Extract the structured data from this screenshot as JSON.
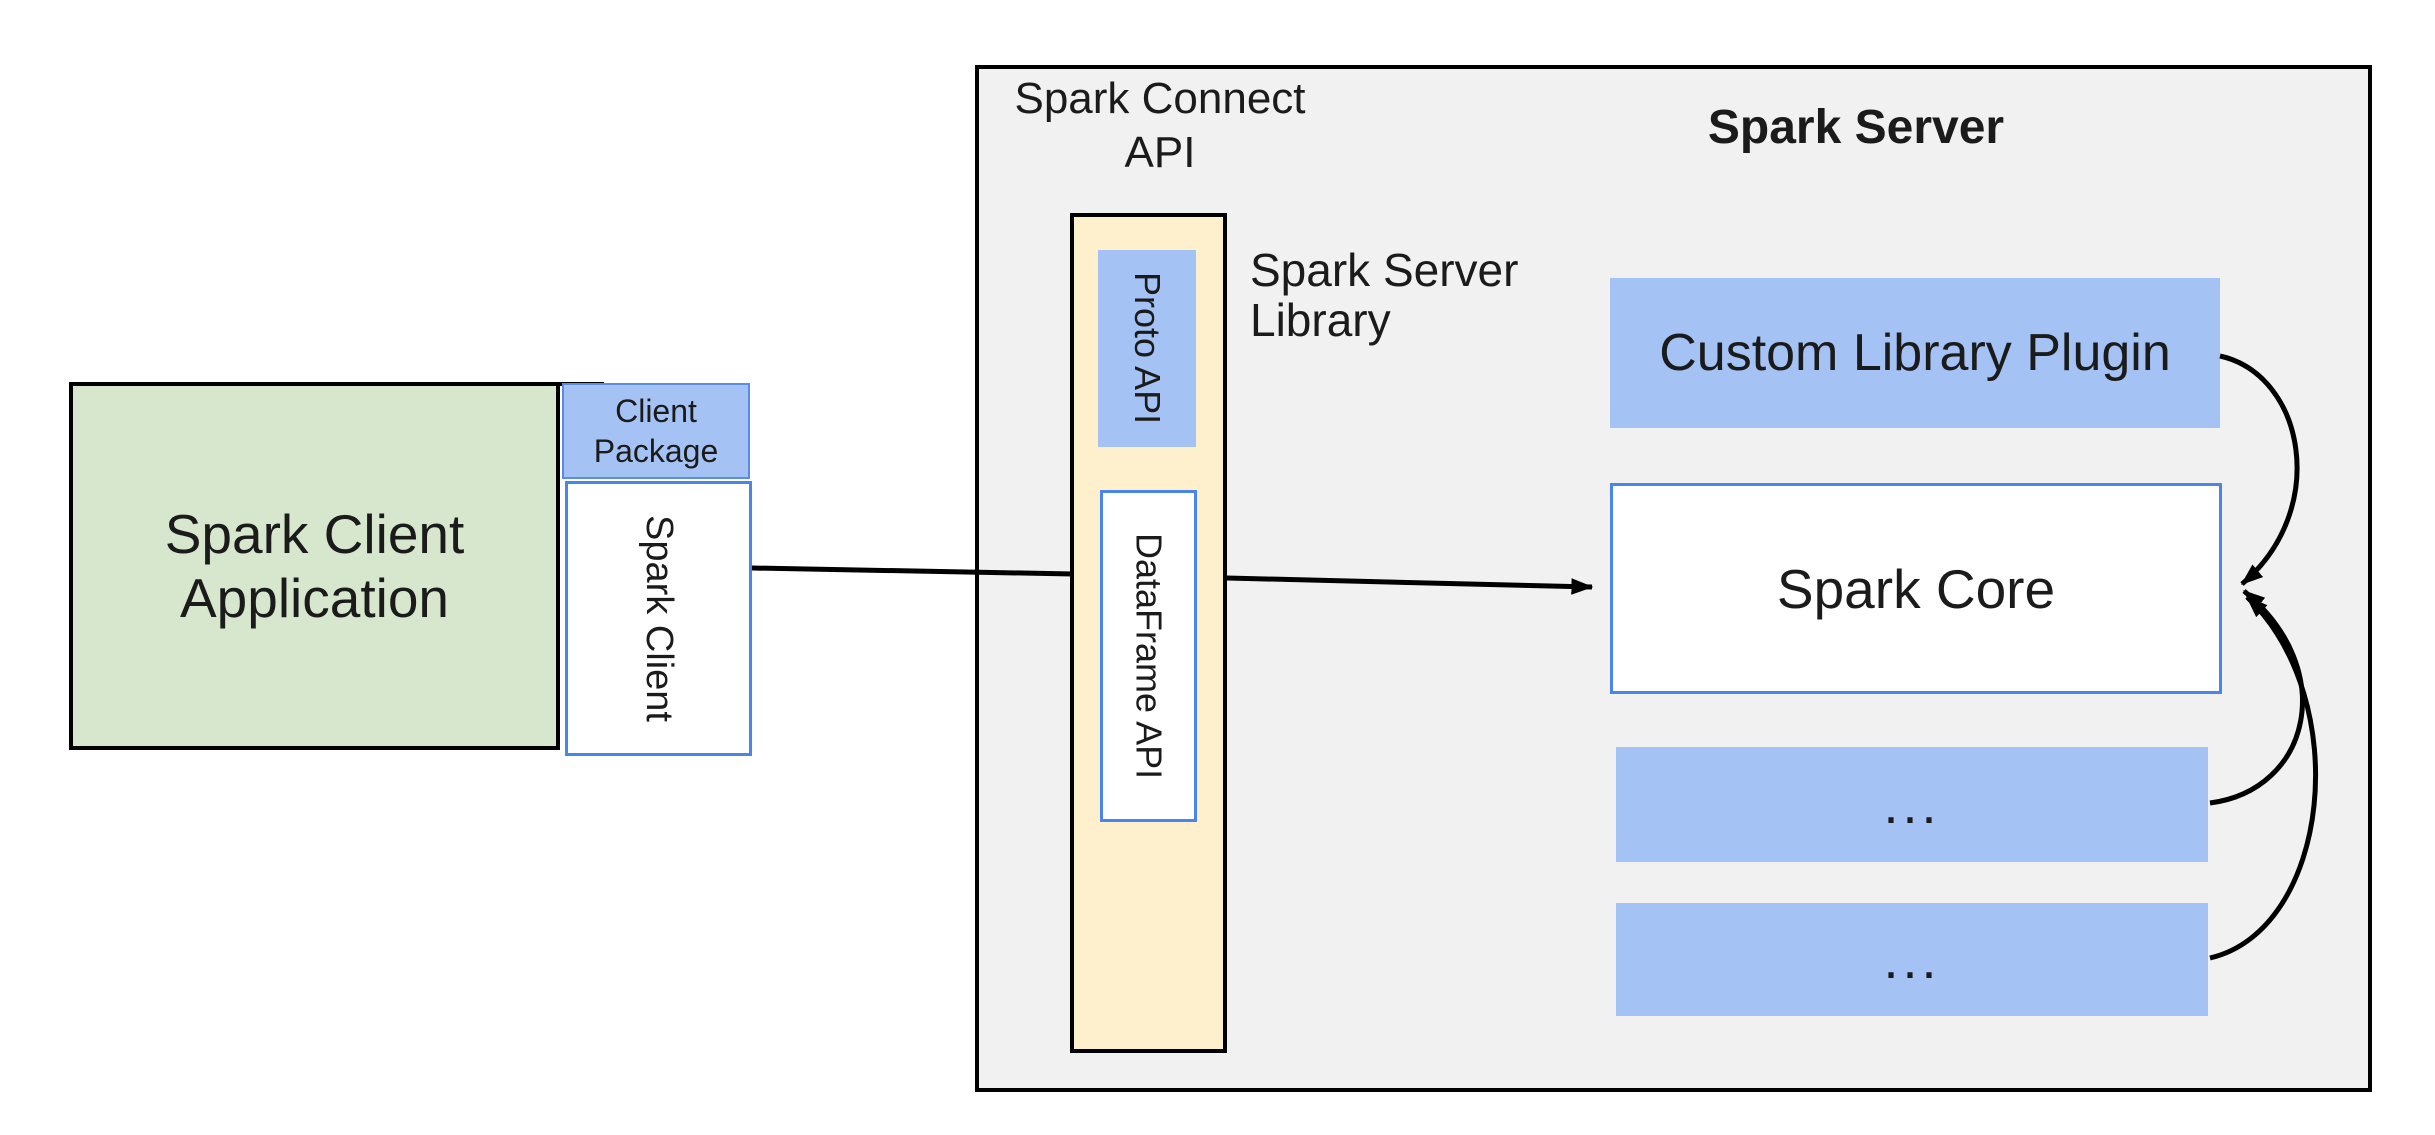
{
  "colors": {
    "container_fill": "#F1F1F2",
    "green_fill": "#D7E7CE",
    "blue_fill": "#A4C2F4",
    "yellow_fill": "#FEF0CC",
    "blue_border": "#4A86E8",
    "line_color": "#000000",
    "text_color": "#1B1B1B"
  },
  "client": {
    "app_label": "Spark Client Application",
    "package_label": "Client Package",
    "client_label": "Spark Client"
  },
  "connect": {
    "title": "Spark Connect API",
    "proto_label": "Proto API",
    "dataframe_label": "DataFrame API",
    "library_label": "Spark Server Library"
  },
  "server": {
    "title": "Spark Server",
    "plugin_label": "Custom Library Plugin",
    "core_label": "Spark Core",
    "ellipsis1_label": "...",
    "ellipsis2_label": "..."
  }
}
